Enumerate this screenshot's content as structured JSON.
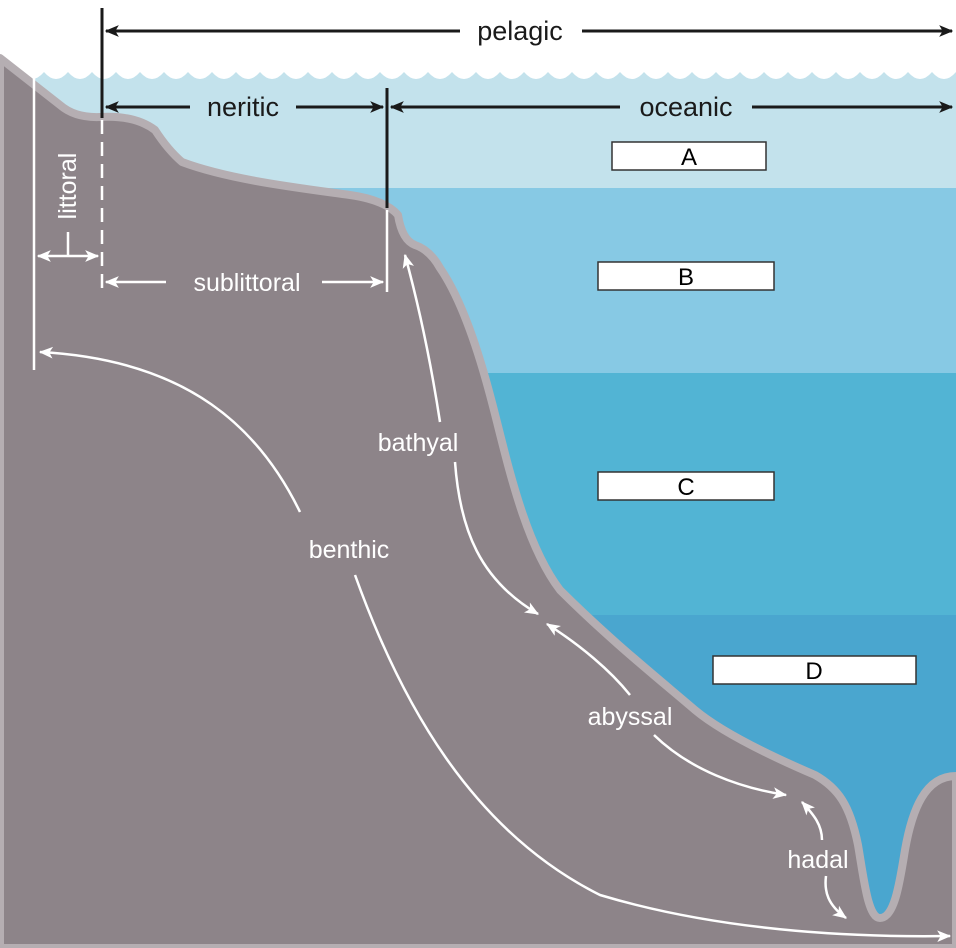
{
  "zones": {
    "pelagic": "pelagic",
    "neritic": "neritic",
    "oceanic": "oceanic",
    "littoral": "littoral",
    "sublittoral": "sublittoral",
    "bathyal": "bathyal",
    "benthic": "benthic",
    "abyssal": "abyssal",
    "hadal": "hadal"
  },
  "boxes": {
    "a": "A",
    "b": "B",
    "c": "C",
    "d": "D"
  },
  "colors": {
    "water_top": "#c3e2ec",
    "water_layer2": "#87c9e4",
    "water_layer3": "#52b4d4",
    "water_layer4": "#4aa6cf",
    "seafloor": "#8d8489",
    "seafloor_edge": "#b5aeb2",
    "arrow": "#1a1a1a",
    "white_arrow": "#ffffff"
  }
}
